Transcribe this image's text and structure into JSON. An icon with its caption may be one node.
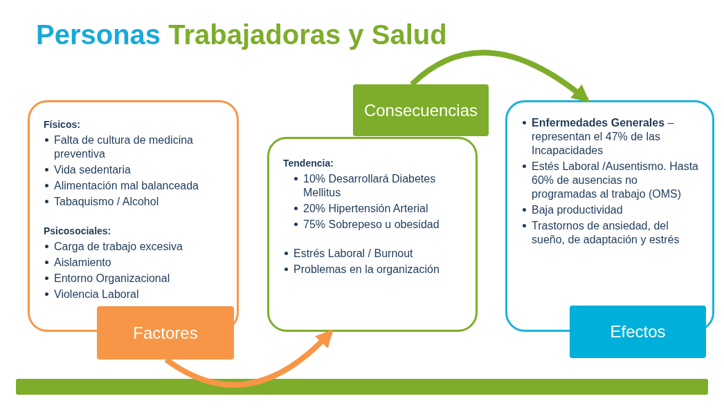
{
  "diagram": {
    "title": "Personas Trabajadoras y Salud",
    "nodes": [
      {
        "text": [
          "Físicos:",
          "Falta de cultura de medicina preventiva",
          "Vida sedentaria",
          "Alimentación mal balanceada",
          "Tabaquismo / Alcohol",
          "Psicosociales:",
          "Carga de trabajo excesiva",
          "Aislamiento",
          "Entorno Organizacional",
          "Violencia Laboral"
        ]
      },
      {
        "text": [
          "Factores"
        ]
      },
      {
        "text": [
          "Consecuencias"
        ]
      },
      {
        "text": [
          "Tendencia:",
          "10% Desarrollará Diabetes Mellitus",
          "20% Hipertensión Arterial",
          "75% Sobrepeso u obesidad",
          "Estrés Laboral / Burnout",
          "Problemas en la organización"
        ]
      },
      {
        "text": [
          "**Enfermedades Generales** – representan el 47% de las Incapacidades",
          "Estés Laboral /Ausentismo. Hasta 60% de ausencias no programadas al trabajo (OMS)",
          "Baja productividad",
          "Trastornos de ansiedad, del sueño, de adaptación y estrés"
        ]
      },
      {
        "text": [
          "Efectos"
        ]
      }
    ],
    "edges": [
      {
        "from": 1,
        "to": 3,
        "arrow": "to",
        "color": "#f79646"
      },
      {
        "from": 2,
        "to": 4,
        "arrow": "to",
        "color": "#7dad2a"
      }
    ]
  }
}
